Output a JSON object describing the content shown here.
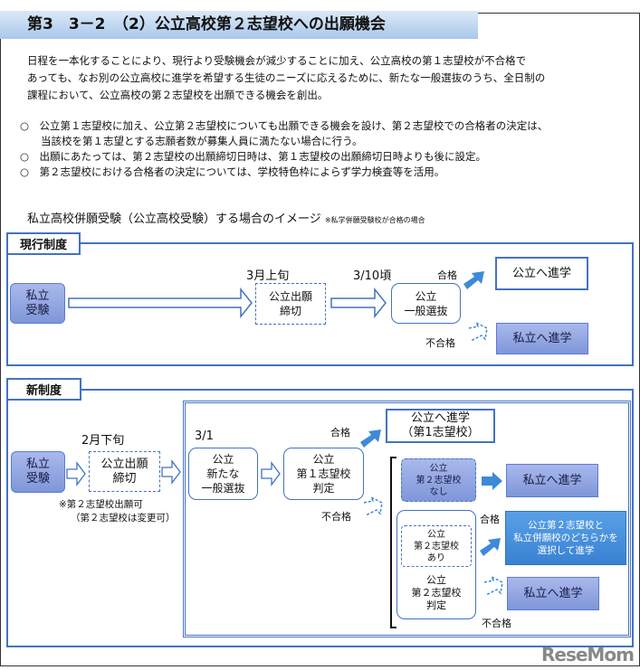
{
  "title": "第3　3－2　（2）公立高校第２志望校への出願機会",
  "intro": [
    "日程を一本化することにより、現行より受験機会が減少することに加え、公立高校の第１志望校が不合格で",
    "あっても、なお別の公立高校に進学を希望する生徒のニーズに応えるために、新たな一般選抜のうち、全日制の",
    "課程において、公立高校の第２志望校を出願できる機会を創出。"
  ],
  "bullets": [
    "○　公立第１志望校に加え、公立第２志望校についても出願できる機会を設け、第２志望校での合格者の決定は、",
    "　　当該校を第１志望とする志願者数が募集人員に満たない場合に行う。",
    "○　出願にあたっては、第２志望校の出願締切日時は、第１志望校の出願締切日時よりも後に設定。",
    "○　第２志望校における合格者の決定については、学校特色枠によらず学力検査等を活用。"
  ],
  "image_heading": "私立高校併願受験（公立高校受験）する場合のイメージ",
  "image_note": "※私学併願受験校が合格の場合",
  "current": {
    "tag": "現行制度",
    "private_exam": "私立\n受験",
    "date1": "3月上旬",
    "deadline": "公立出願\n締切",
    "date2": "3/10頃",
    "general": "公立\n一般選抜",
    "pass": "合格",
    "fail": "不合格",
    "to_public": "公立へ進学",
    "to_private": "私立へ進学"
  },
  "new": {
    "tag": "新制度",
    "private_exam": "私立\n受験",
    "date1": "2月下旬",
    "deadline": "公立出願\n締切",
    "note1": "※第２志望校出願可",
    "note2": "（第２志望校は変更可）",
    "date2": "3/1",
    "general": "公立\n新たな\n一般選抜",
    "first_judge": "公立\n第１志望校\n判定",
    "pass1": "合格",
    "fail1": "不合格",
    "to_public_first": "公立へ進学\n（第1志望校）",
    "second_none": "公立\n第２志望校\nなし",
    "to_private1": "私立へ進学",
    "second_yes": "公立\n第２志望校\nあり",
    "second_judge": "公立\n第２志望校\n判定",
    "pass2": "合格",
    "choose": "公立第２志望校と\n私立併願校のどちらかを\n選択して進学",
    "to_private2": "私立へ進学",
    "fail2": "不合格"
  },
  "watermark": "ReseMom",
  "colors": {
    "accent": "#4472c4",
    "filled": "#8fa6e0",
    "blue_box": "#4a90d9"
  }
}
